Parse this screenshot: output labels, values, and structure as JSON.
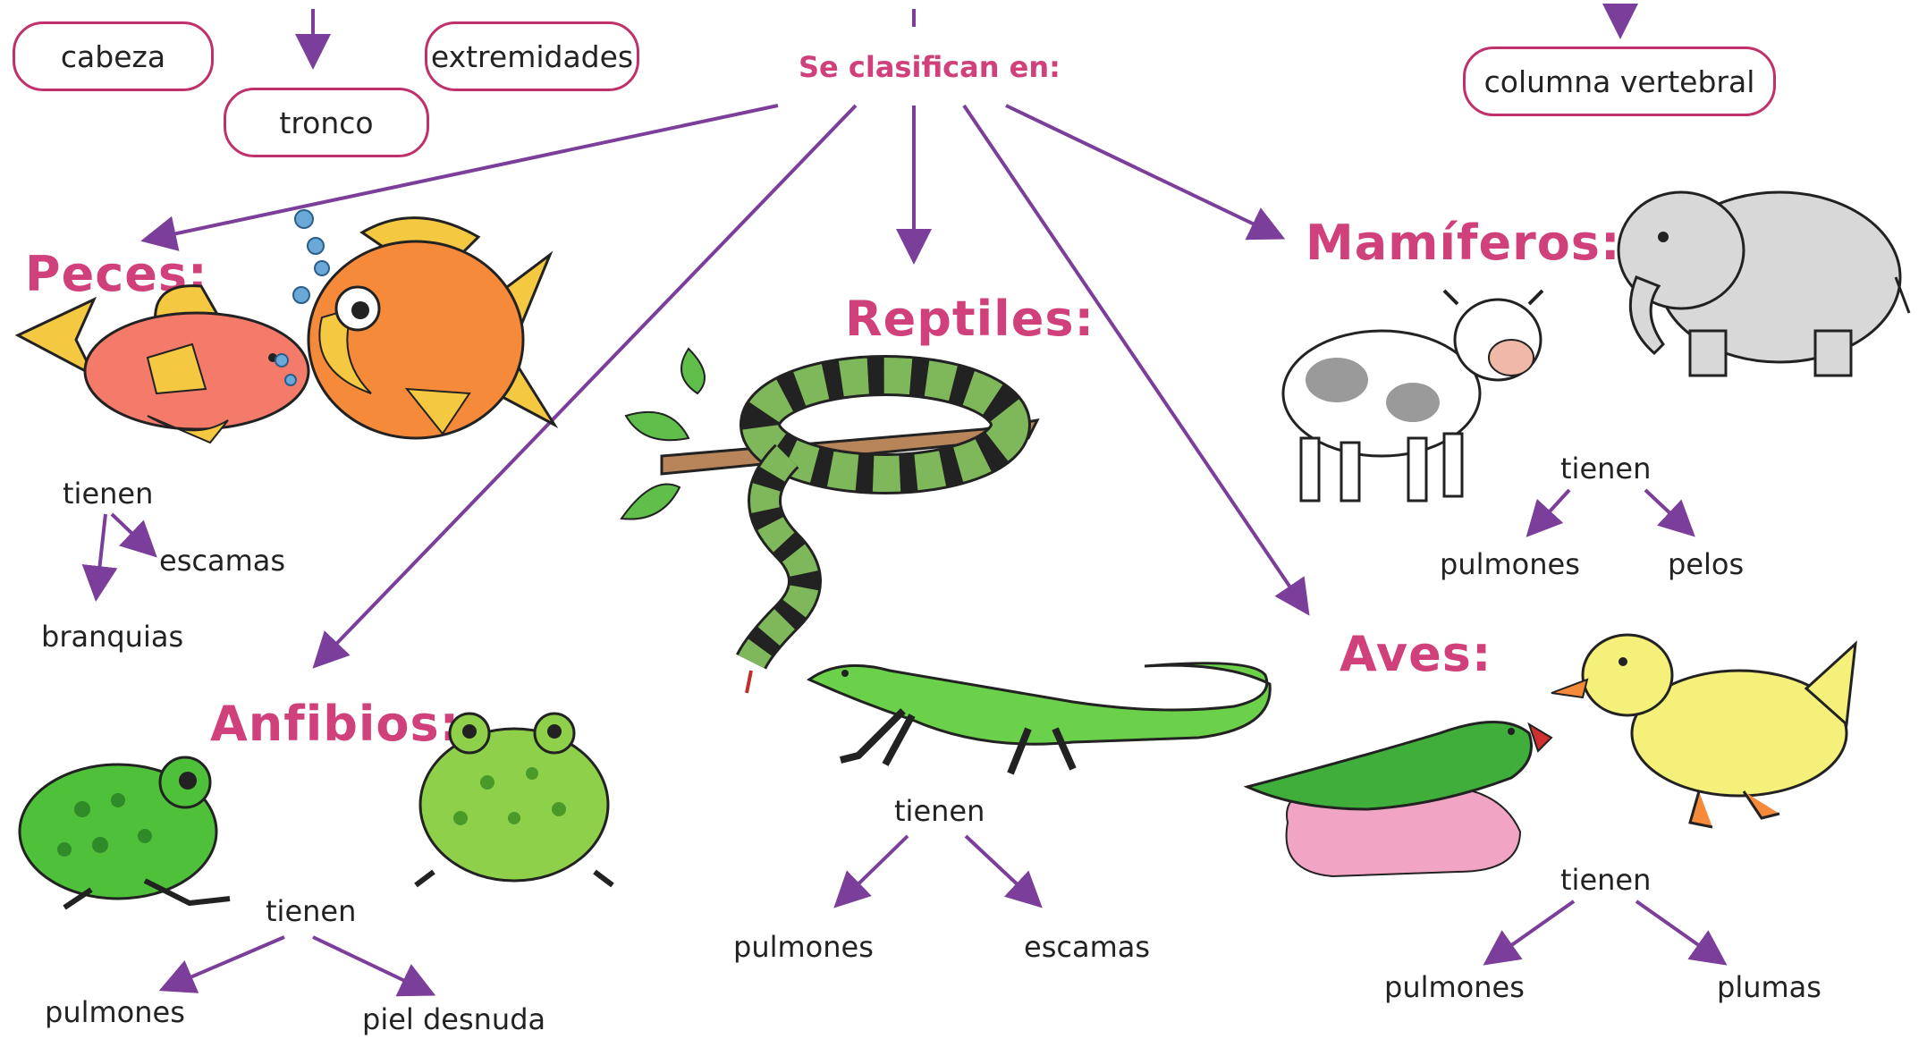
{
  "parts": {
    "head": "cabeza",
    "trunk": "tronco",
    "limbs": "extremidades",
    "spine": "columna vertebral"
  },
  "classify_label": "Se clasifican en:",
  "groups": {
    "fish": {
      "title": "Peces:",
      "verb": "tienen",
      "items": [
        "escamas",
        "branquias"
      ]
    },
    "reptiles": {
      "title": "Reptiles:",
      "verb": "tienen",
      "items": [
        "pulmones",
        "escamas"
      ]
    },
    "mammals": {
      "title": "Mamíferos:",
      "verb": "tienen",
      "items": [
        "pulmones",
        "pelos"
      ]
    },
    "birds": {
      "title": "Aves:",
      "verb": "tienen",
      "items": [
        "pulmones",
        "plumas"
      ]
    },
    "amphibians": {
      "title": "Anfibios:",
      "verb": "tienen",
      "items": [
        "pulmones",
        "piel desnuda"
      ]
    }
  },
  "illustrations": [
    "fish-icon",
    "snake-icon",
    "lizard-icon",
    "cow-icon",
    "elephant-icon",
    "parrot-icon",
    "duck-icon",
    "frog-icon",
    "toad-icon"
  ],
  "colors": {
    "accent": "#d0407a",
    "arrow": "#7b3e9a",
    "pill_border": "#c0306a"
  }
}
